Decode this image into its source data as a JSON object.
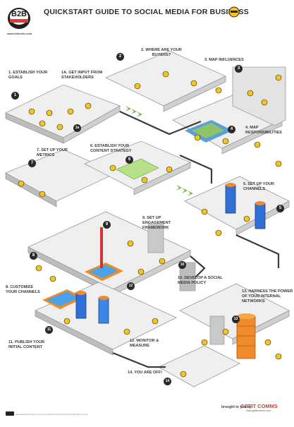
{
  "header": {
    "logo_text": "B2B",
    "logo_sub": "www.b2bento.com",
    "title": "QUICKSTART GUIDE TO SOCIAL MEDIA FOR BUSINESS"
  },
  "steps": [
    {
      "num": "1",
      "label": "1. ESTABLISH YOUR\nGOALS"
    },
    {
      "num": "1a",
      "label": "1a. GET INPUT FROM\nSTAKEHOLDERS"
    },
    {
      "num": "2",
      "label": "2. WHERE ARE YOUR\nBUYERS?"
    },
    {
      "num": "3",
      "label": "3. MAP INFLUENCES"
    },
    {
      "num": "4",
      "label": "4. MAP\nRESPONSIBILITIES"
    },
    {
      "num": "5",
      "label": "5. SET UP YOUR\nCHANNELS"
    },
    {
      "num": "6",
      "label": "6. ESTABLISH YOUR\nCONTENT STRATEGY"
    },
    {
      "num": "7",
      "label": "7. SET UP YOUR\nMETRICS"
    },
    {
      "num": "8",
      "label": "8. CUSTOMIZE\nYOUR CHANNELS"
    },
    {
      "num": "9",
      "label": "9. SET UP\nENGAGEMENT\nFRAMEWORK"
    },
    {
      "num": "10",
      "label": "10. DEVELOP A SOCIAL\nMEDIA POLICY"
    },
    {
      "num": "11",
      "label": "11. PUBLISH YOUR\nINITIAL CONTENT"
    },
    {
      "num": "12",
      "label": "12. MONITOR &\nMEASURE"
    },
    {
      "num": "13",
      "label": "13. HARNESS THE POWER\nOF YOUR INTERNAL\nNETWORKS"
    },
    {
      "num": "14",
      "label": "14. YOU ARE OFF!"
    }
  ],
  "footer": {
    "license": "Downloaded at Creative Commons Attribution-NonCommercial-ShareAlike License",
    "brought_by": "brought to you by",
    "brand": "GETIT COMMS",
    "brand_url": "www.getitcomms.com"
  },
  "colors": {
    "floor": "#e9e9e9",
    "floor_side": "#b5b5b5",
    "badge": "#2a2a2a",
    "chevron": "#7cb342",
    "orange": "#f08a2a",
    "blue": "#2f6fd6",
    "red": "#d9342b",
    "helmet": "#f5c518"
  }
}
